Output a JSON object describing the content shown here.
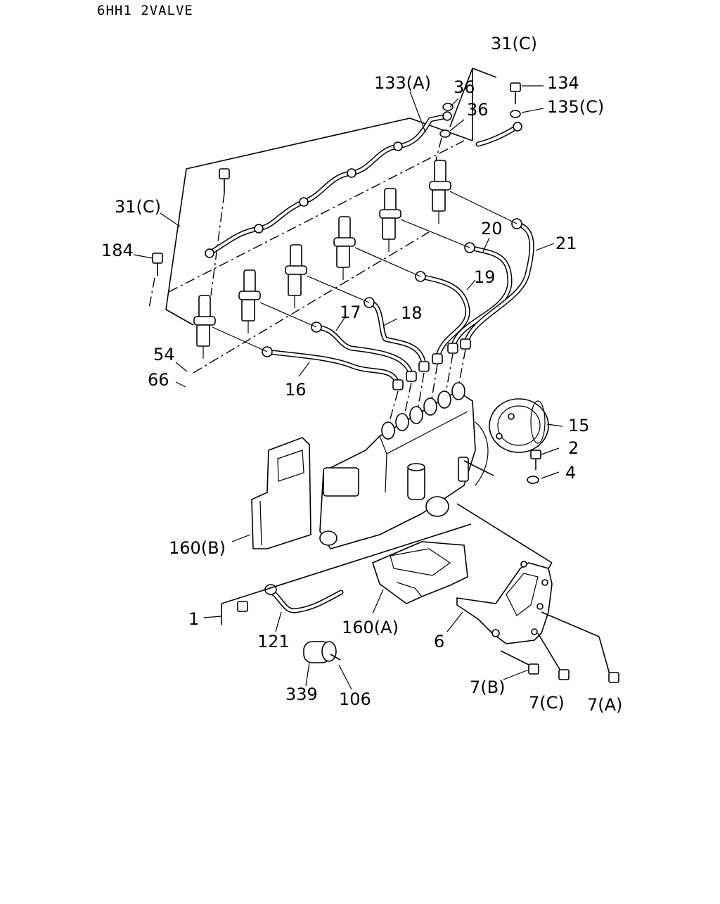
{
  "header": {
    "model_code": "6HH1  2VALVE"
  },
  "callouts": {
    "c31c_top": "31(C)",
    "c133a": "133(A)",
    "c36a": "36",
    "c36b": "36",
    "c134": "134",
    "c135c": "135(C)",
    "c31c_left": "31(C)",
    "c184": "184",
    "c20": "20",
    "c21": "21",
    "c19": "19",
    "c17": "17",
    "c18": "18",
    "c54": "54",
    "c66": "66",
    "c16": "16",
    "c15": "15",
    "c2": "2",
    "c4": "4",
    "c160b": "160(B)",
    "c1": "1",
    "c121": "121",
    "c160a": "160(A)",
    "c6": "6",
    "c339": "339",
    "c106": "106",
    "c7b": "7(B)",
    "c7c": "7(C)",
    "c7a": "7(A)"
  }
}
